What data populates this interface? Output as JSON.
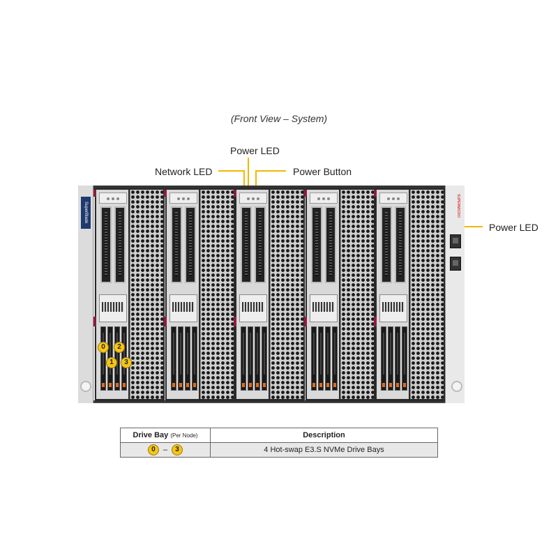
{
  "caption": "(Front View – System)",
  "callouts": {
    "power_led_top": "Power LED",
    "network_led": "Network LED",
    "power_button": "Power Button",
    "power_led_right": "Power LED"
  },
  "chassis": {
    "brand_plate": "SuperBlade Enterprise",
    "right_ear_label": "SUPERMICRO",
    "node_count": 5,
    "drives_per_node": 4
  },
  "drive_bay_badges": [
    "0",
    "2",
    "1",
    "3"
  ],
  "legend": {
    "header_bay": "Drive Bay",
    "header_bay_suffix": "(Per Node)",
    "header_desc": "Description",
    "row": {
      "start": "0",
      "dash": "–",
      "end": "3",
      "description": "4 Hot-swap E3.S NVMe Drive Bays"
    }
  },
  "colors": {
    "callout_line": "#f2b705",
    "badge": "#f5c518",
    "drive_accent": "#e36b1e",
    "chassis_accent": "#8e1c3a"
  }
}
